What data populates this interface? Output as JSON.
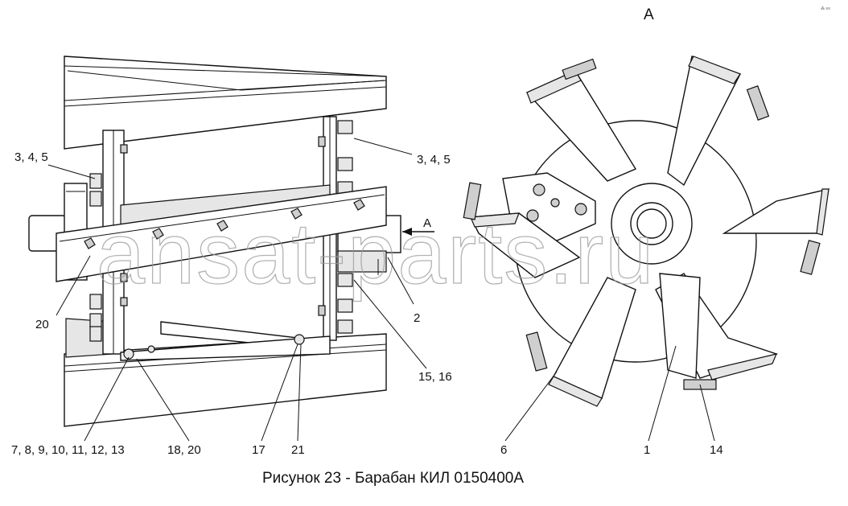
{
  "caption": "Рисунок 23 - Барабан КИЛ 0150400А",
  "view_label": "А",
  "view_arrow_label": "А",
  "watermark": "ansat-parts.ru",
  "corner_mark": "⁂ ≡≡",
  "callouts": {
    "left_345": "3, 4, 5",
    "right_345": "3, 4, 5",
    "c20": "20",
    "c2": "2",
    "c1516": "15, 16",
    "c7_13": "7, 8, 9, 10, 11, 12, 13",
    "c1820": "18, 20",
    "c17": "17",
    "c21": "21",
    "c6": "6",
    "c1": "1",
    "c14": "14"
  }
}
